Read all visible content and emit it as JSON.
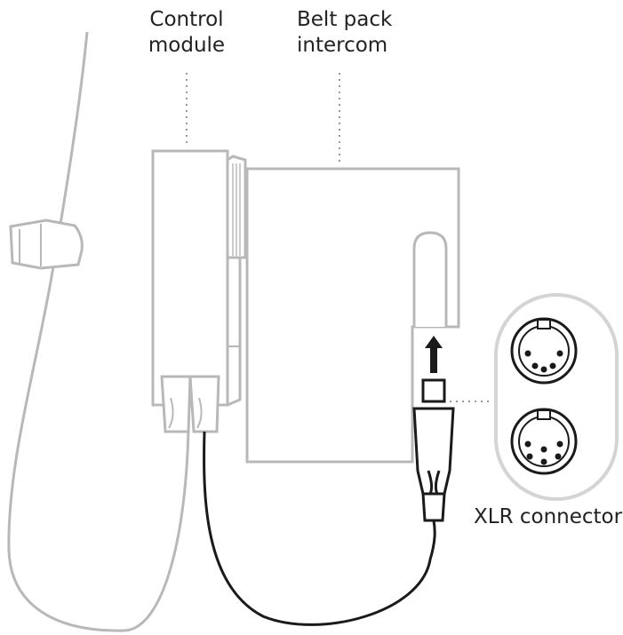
{
  "labels": {
    "control_module_line1": "Control",
    "control_module_line2": "module",
    "belt_pack_line1": "Belt pack",
    "belt_pack_line2": "intercom",
    "xlr_connector": "XLR connector"
  },
  "colors": {
    "outline": "#b8b8b8",
    "dark_cable": "#1a1a1a",
    "text": "#222222",
    "leader": "#9a9a9a",
    "callout_border": "#d4d4d4"
  }
}
